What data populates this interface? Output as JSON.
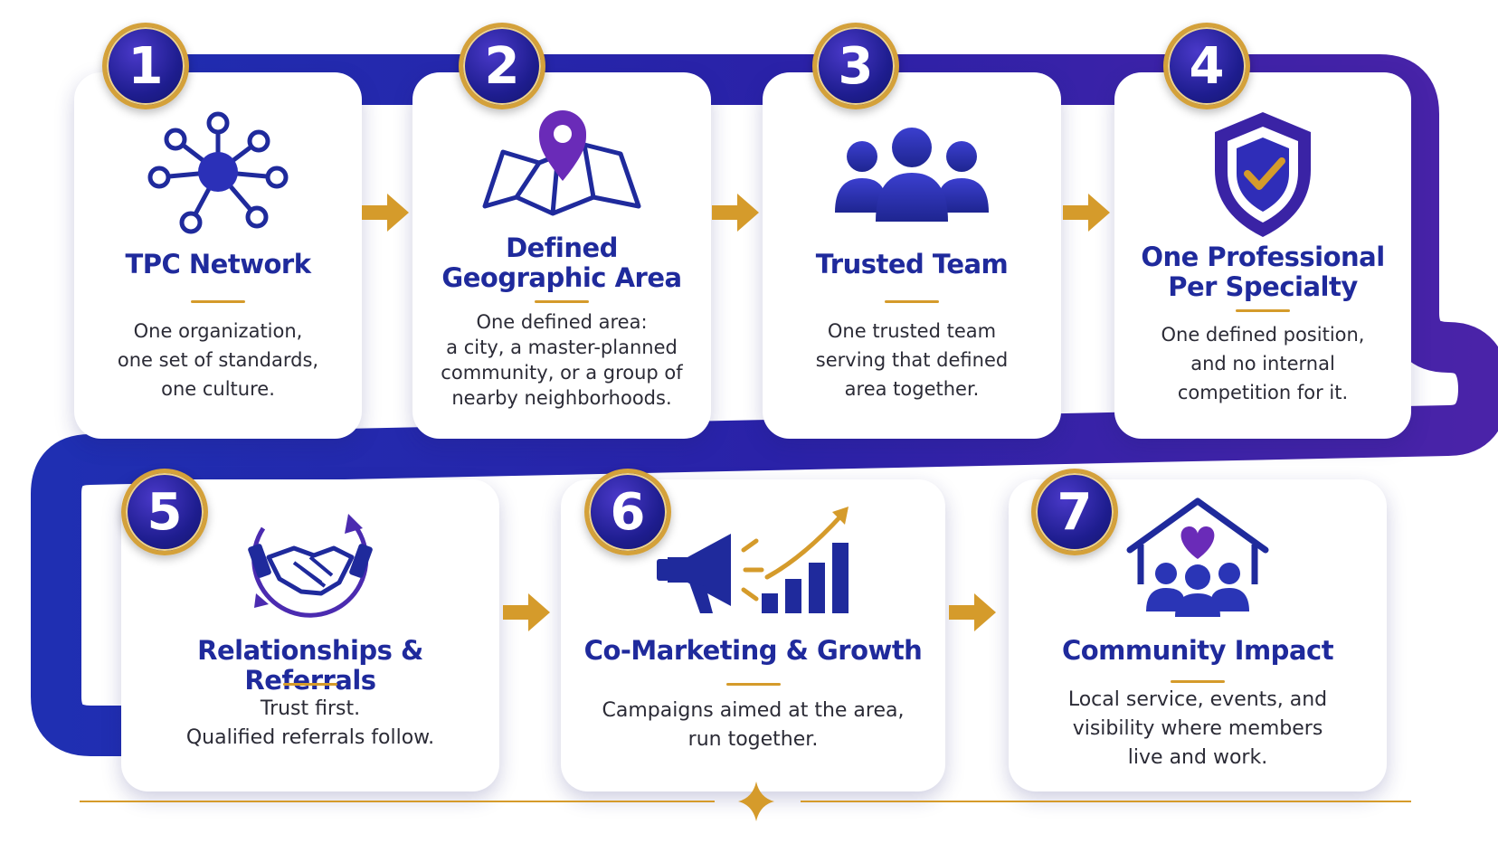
{
  "steps": [
    {
      "number": "1",
      "title": "TPC Network",
      "description": "One organization,\none set of standards,\none culture.",
      "icon": "network-hub-icon"
    },
    {
      "number": "2",
      "title": "Defined\nGeographic Area",
      "description": "One defined area:\na city, a master-planned\ncommunity, or a group of\nnearby neighborhoods.",
      "icon": "map-pin-icon"
    },
    {
      "number": "3",
      "title": "Trusted Team",
      "description": "One trusted team\nserving that defined\narea together.",
      "icon": "team-icon"
    },
    {
      "number": "4",
      "title": "One Professional\nPer Specialty",
      "description": "One defined position,\nand no internal\ncompetition for it.",
      "icon": "shield-check-icon"
    },
    {
      "number": "5",
      "title": "Relationships & Referrals",
      "description": "Trust first.\nQualified referrals follow.",
      "icon": "handshake-icon"
    },
    {
      "number": "6",
      "title": "Co-Marketing & Growth",
      "description": "Campaigns aimed at the area,\nrun together.",
      "icon": "megaphone-growth-icon"
    },
    {
      "number": "7",
      "title": "Community Impact",
      "description": "Local service, events, and\nvisibility where members\nlive and work.",
      "icon": "community-home-icon"
    }
  ],
  "colors": {
    "primary": "#1f2a9c",
    "path": "#2a2aa6",
    "gold": "#d59b2b",
    "text": "#2b2b36"
  }
}
